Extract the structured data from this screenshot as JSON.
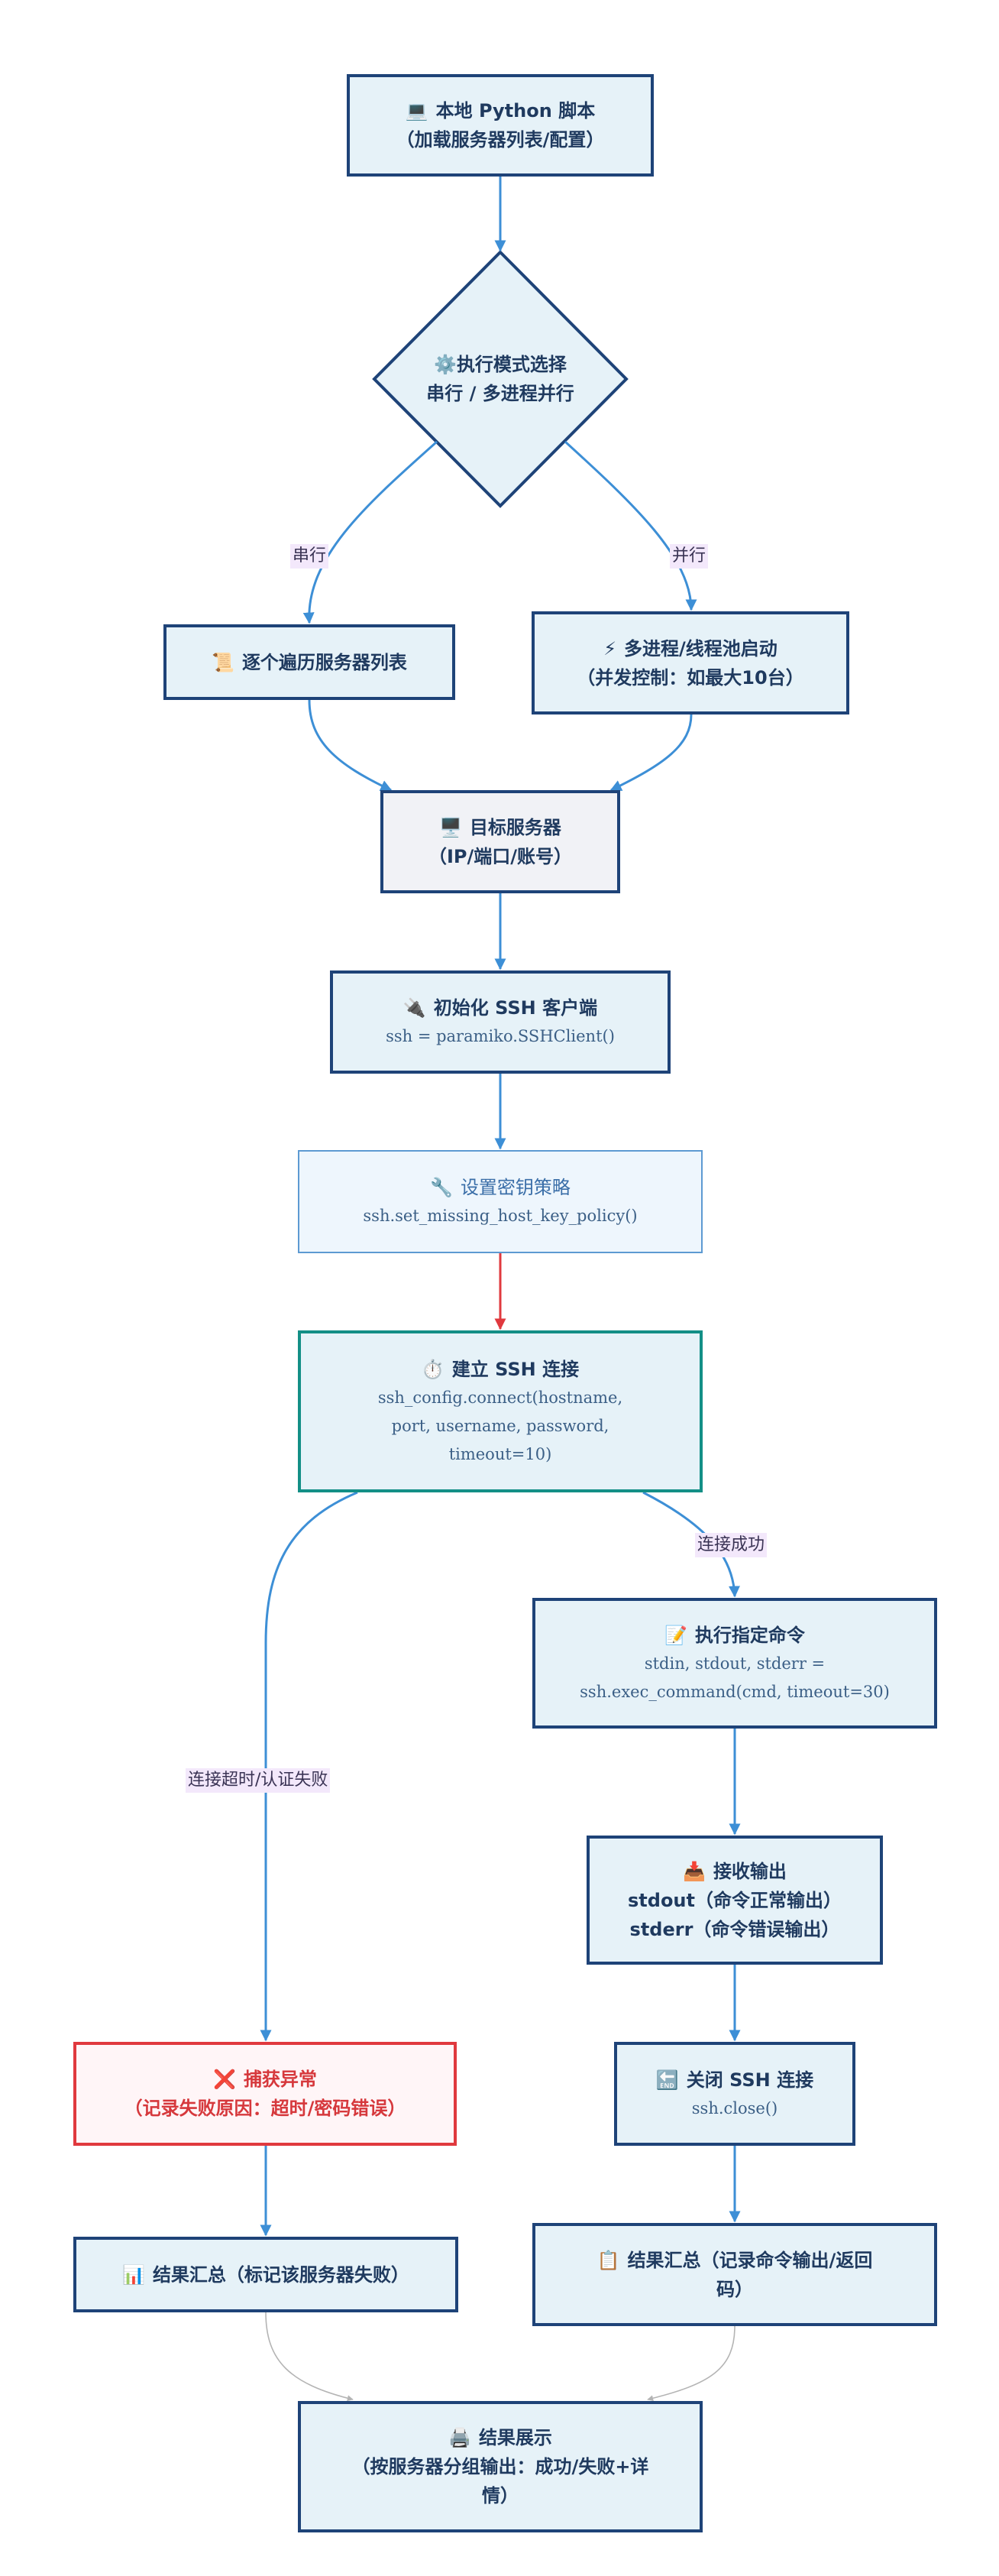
{
  "nodes": {
    "local_script": {
      "icon": "💻",
      "line1": "本地 Python 脚本",
      "line2": "（加载服务器列表/配置）"
    },
    "mode_select": {
      "icon": "⚙️",
      "line1": "执行模式选择",
      "line2": "串行 / 多进程并行"
    },
    "serial_iterate": {
      "icon": "📜",
      "line1": "逐个遍历服务器列表"
    },
    "parallel_pool": {
      "icon": "⚡",
      "line1": "多进程/线程池启动",
      "line2": "（并发控制：如最大10台）"
    },
    "target_server": {
      "icon": "🖥️",
      "line1": "目标服务器",
      "line2": "（IP/端口/账号）"
    },
    "init_client": {
      "icon": "🔌",
      "line1": "初始化 SSH 客户端",
      "code1": "ssh = paramiko.SSHClient()"
    },
    "key_policy": {
      "icon": "🔧",
      "line1": "设置密钥策略",
      "code1": "ssh.set_missing_host_key_policy()"
    },
    "connect": {
      "icon": "⏱️",
      "line1": "建立 SSH 连接",
      "code1": "ssh_config.connect(hostname,",
      "code2": "port, username, password,",
      "code3": "timeout=10)"
    },
    "exec_command": {
      "icon": "📝",
      "line1": "执行指定命令",
      "code1": "stdin, stdout, stderr =",
      "code2": "ssh.exec_command(cmd, timeout=30)"
    },
    "receive_output": {
      "icon": "📥",
      "line1": "接收输出",
      "line2": "stdout（命令正常输出）",
      "line3": "stderr（命令错误输出）"
    },
    "close": {
      "icon": "🔚",
      "line1": "关闭 SSH 连接",
      "code1": "ssh.close()"
    },
    "catch_error": {
      "icon": "❌",
      "line1": "捕获异常",
      "line2": "（记录失败原因：超时/密码错误）"
    },
    "summary_fail": {
      "icon": "📊",
      "line1": "结果汇总（标记该服务器失败）"
    },
    "summary_ok": {
      "icon": "📋",
      "line1": "结果汇总（记录命令输出/返回",
      "line2": "码）"
    },
    "display": {
      "icon": "🖨️",
      "line1": "结果展示",
      "line2": "（按服务器分组输出：成功/失败+详",
      "line3": "情）"
    }
  },
  "edge_labels": {
    "serial": "串行",
    "parallel": "并行",
    "connect_ok": "连接成功",
    "connect_fail": "连接超时/认证失败"
  },
  "colors": {
    "node_border": "#1e4378",
    "node_fill": "#e6f2f8",
    "edge_blue": "#3d8fd6",
    "edge_red": "#e0393e",
    "edge_gray": "#b4b4b4",
    "teal_border": "#138f86",
    "error_border": "#e0393e",
    "label_bg": "#f3e8fb"
  }
}
